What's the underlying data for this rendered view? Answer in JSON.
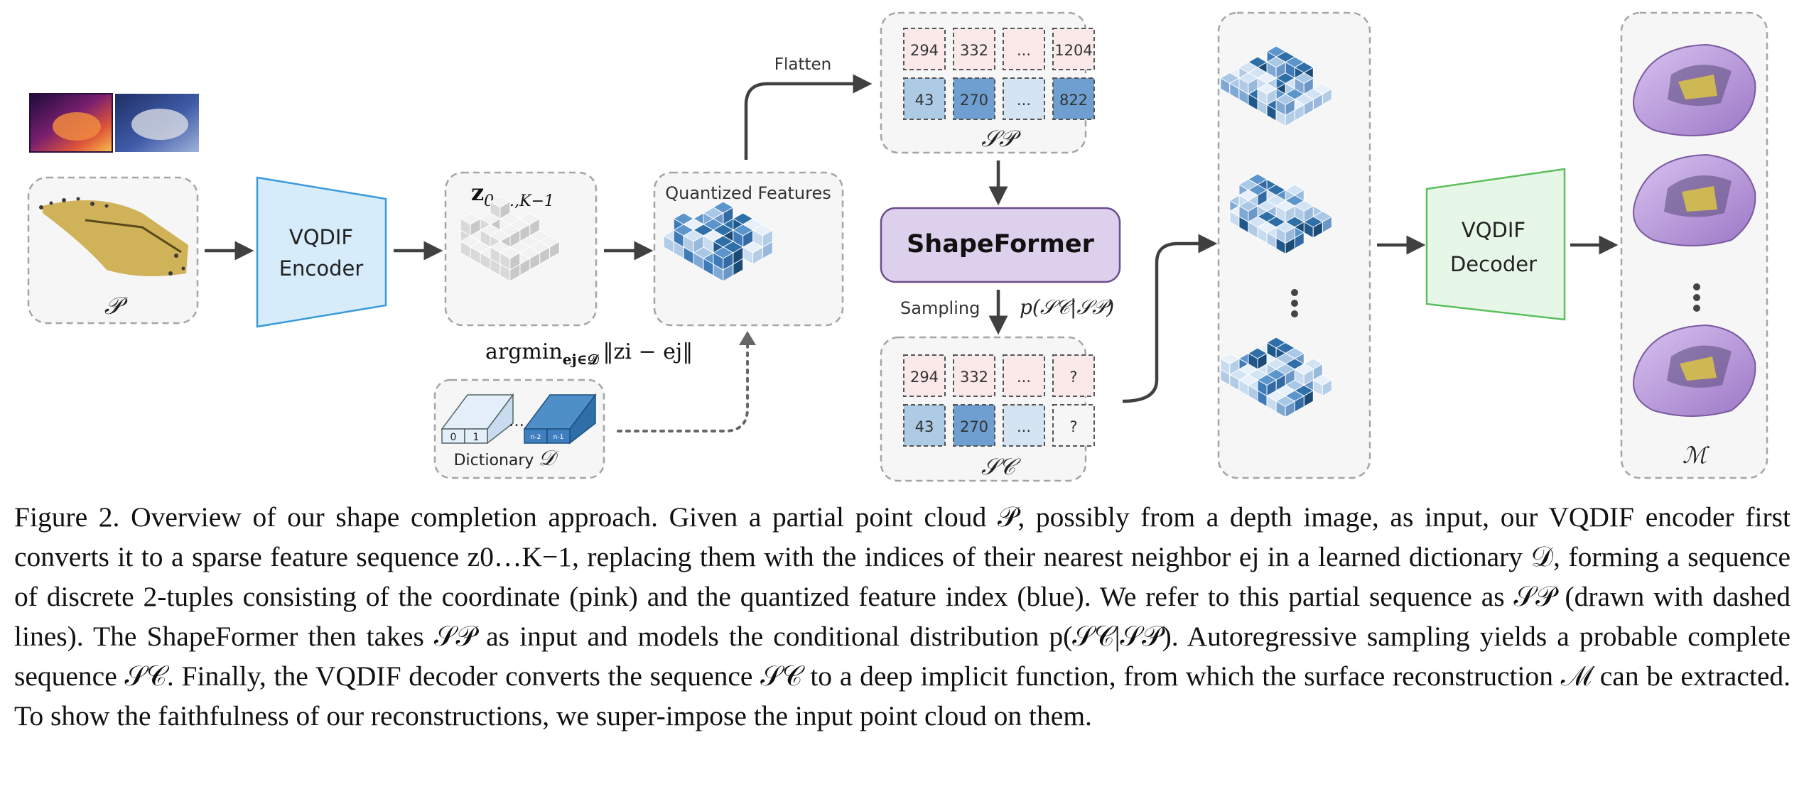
{
  "diagram": {
    "input_label": "𝒫",
    "encoder_lines": [
      "VQDIF",
      "Encoder"
    ],
    "latent_label": "z0,…,K−1",
    "latent_math": {
      "base": "z",
      "sub": "0,…,K−1"
    },
    "argmin_label": "argmin",
    "argmin_sub": "ej∈𝒟",
    "argmin_expr": "‖zi − ej‖",
    "dictionary_label": "Dictionary",
    "dictionary_symbol": "𝒟",
    "dict_cell_labels": [
      "0",
      "1",
      "…",
      "n-2",
      "n-1"
    ],
    "quantized_title": "Quantized Features",
    "flatten_label": "Flatten",
    "sp_top_row": [
      "294",
      "332",
      "...",
      "1204"
    ],
    "sp_bottom_row": [
      "43",
      "270",
      "...",
      "822"
    ],
    "sp_label": "𝒮𝒫",
    "shapeformer_label": "ShapeFormer",
    "sampling_label": "Sampling",
    "cond_label": "p(𝒮𝒞|𝒮𝒫)",
    "sc_top_row": [
      "294",
      "332",
      "...",
      "?"
    ],
    "sc_bottom_row": [
      "43",
      "270",
      "...",
      "?"
    ],
    "sc_label": "𝒮𝒞",
    "decoder_lines": [
      "VQDIF",
      "Decoder"
    ],
    "output_label": "ℳ",
    "colors": {
      "encoder_fill": "#d6ecfb",
      "encoder_stroke": "#3a9ad9",
      "decoder_fill": "#e7f7e7",
      "decoder_stroke": "#5cbf5c",
      "shapeformer_fill": "#ddd0ec",
      "shapeformer_stroke": "#6b4d8c",
      "pink_cell": "#fbe9e9",
      "blue_cell": "#aecbe6",
      "blue_cell_dark": "#6f9fd0",
      "output_mesh": "#c4a6e3",
      "partial_surface": "#c9a63c",
      "arrow": "#404040"
    }
  },
  "caption": "Figure 2. Overview of our shape completion approach. Given a partial point cloud 𝒫, possibly from a depth image, as input, our VQDIF encoder first converts it to a sparse feature sequence z0…K−1, replacing them with the indices of their nearest neighbor ej in a learned dictionary 𝒟, forming a sequence of discrete 2-tuples consisting of the coordinate (pink) and the quantized feature index (blue). We refer to this partial sequence as 𝒮𝒫 (drawn with dashed lines). The ShapeFormer then takes 𝒮𝒫 as input and models the conditional distribution p(𝒮𝒞|𝒮𝒫). Autoregressive sampling yields a probable complete sequence 𝒮𝒞. Finally, the VQDIF decoder converts the sequence 𝒮𝒞 to a deep implicit function, from which the surface reconstruction ℳ can be extracted. To show the faithfulness of our reconstructions, we super-impose the input point cloud on them."
}
